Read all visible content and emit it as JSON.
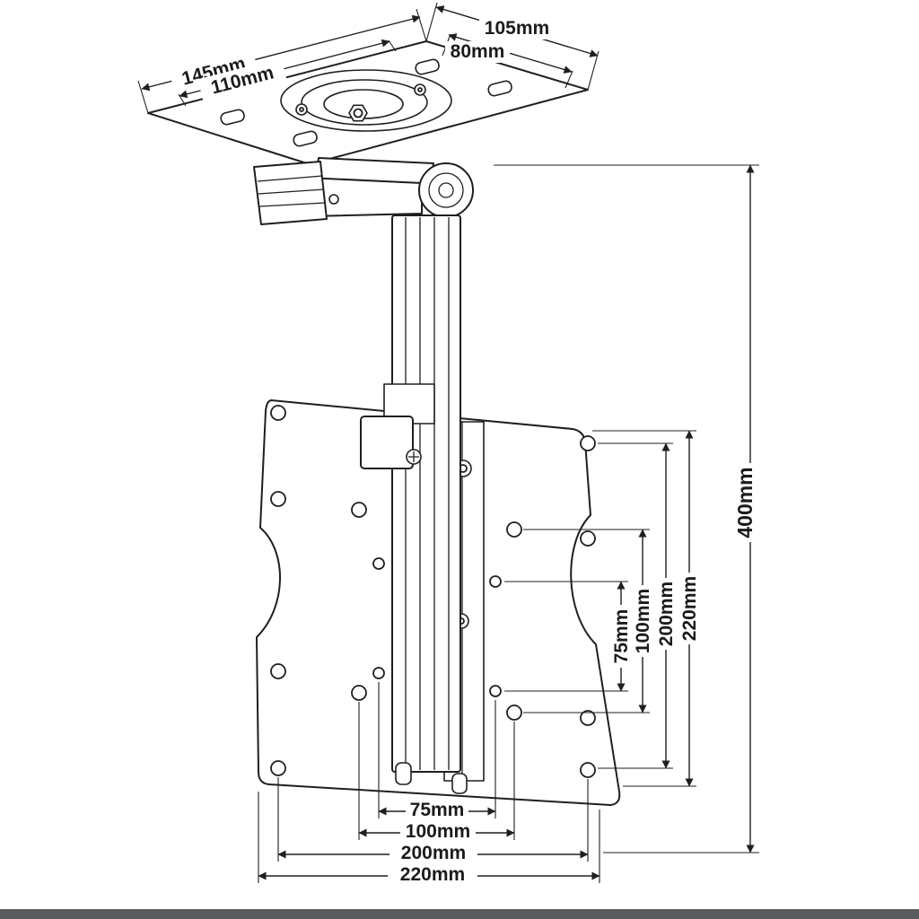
{
  "page": {
    "background": "#ffffff",
    "footer_bar_color": "#5a5b5f",
    "line_color": "#1f1f1f"
  },
  "diagram": {
    "dimensions": {
      "top_plate": {
        "outer_width": "105mm",
        "inner_width": "80mm",
        "outer_depth": "145mm",
        "inner_depth": "110mm"
      },
      "overall": {
        "height": "400mm"
      },
      "vesa_vertical": {
        "d75": "75mm",
        "d100": "100mm",
        "d200": "200mm",
        "d220": "220mm"
      },
      "vesa_horizontal": {
        "d75": "75mm",
        "d100": "100mm",
        "d200": "200mm",
        "d220": "220mm"
      }
    }
  }
}
